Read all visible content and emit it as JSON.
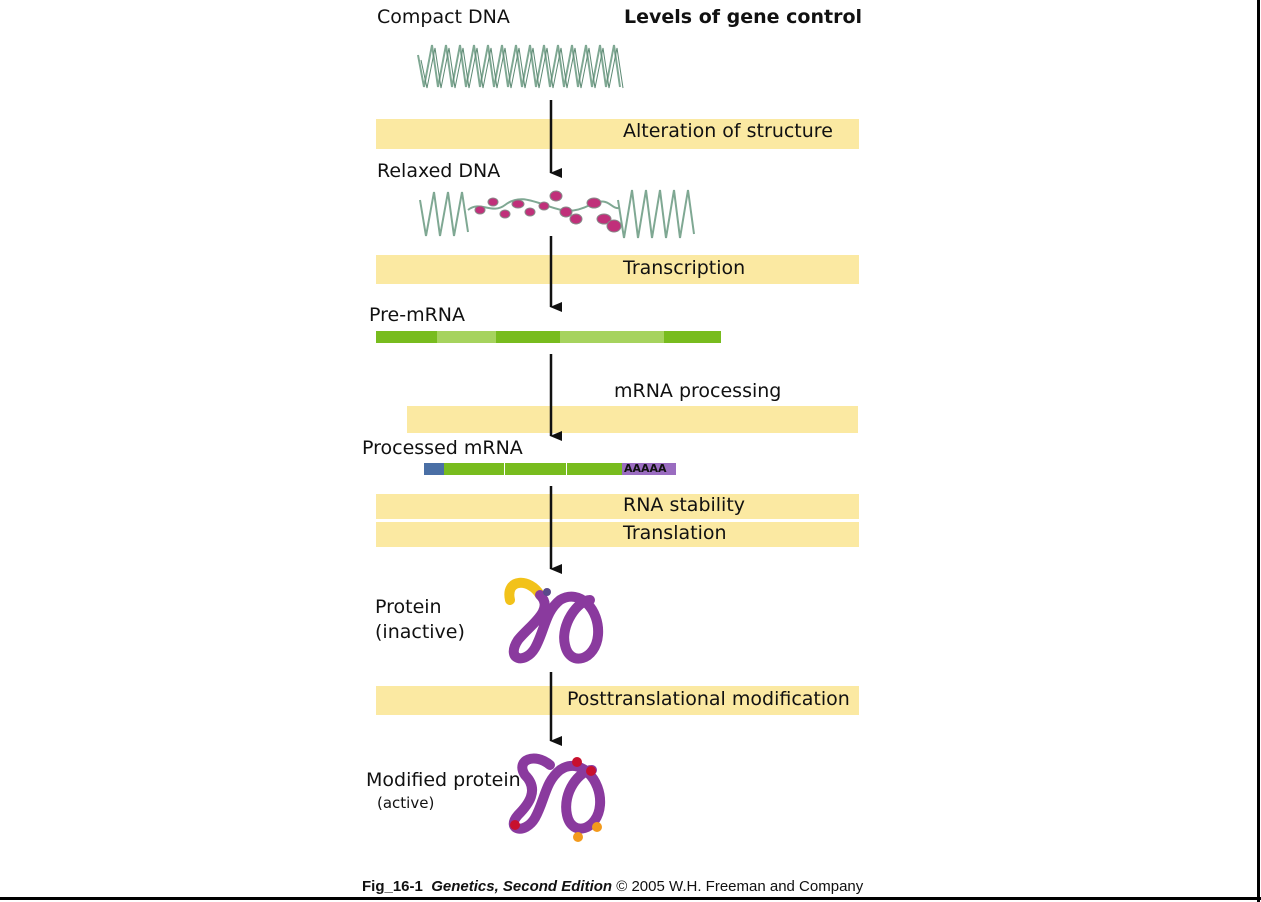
{
  "title": "Levels of gene control",
  "stages": {
    "compact_dna": "Compact DNA",
    "relaxed_dna": "Relaxed DNA",
    "pre_mrna": "Pre-mRNA",
    "processed_mrna": "Processed mRNA",
    "poly_a": "AAAAA",
    "protein_line1": "Protein",
    "protein_line2": "(inactive)",
    "modified_line1": "Modified protein",
    "modified_line2": "(active)"
  },
  "levels": {
    "alteration": "Alteration of structure",
    "transcription": "Transcription",
    "mrna_processing": "mRNA processing",
    "rna_stability": "RNA stability",
    "translation": "Translation",
    "posttranslational": "Posttranslational modification"
  },
  "caption": {
    "fig": "Fig_16-1",
    "book": "Genetics, Second Edition",
    "rest": "© 2005 W.H. Freeman and Company"
  },
  "colors": {
    "band": "#fbe9a2",
    "dna": "#7fa893",
    "nucleosome": "#c0307a",
    "exon": "#78bc1e",
    "intron": "#a6d35e",
    "cap": "#4a6fa5",
    "polya": "#9a6cc0",
    "protein": "#8a3a9e",
    "protein_tail": "#f2c21a",
    "phosphate_red": "#c8102e",
    "phosphate_orange": "#f39a1c"
  }
}
